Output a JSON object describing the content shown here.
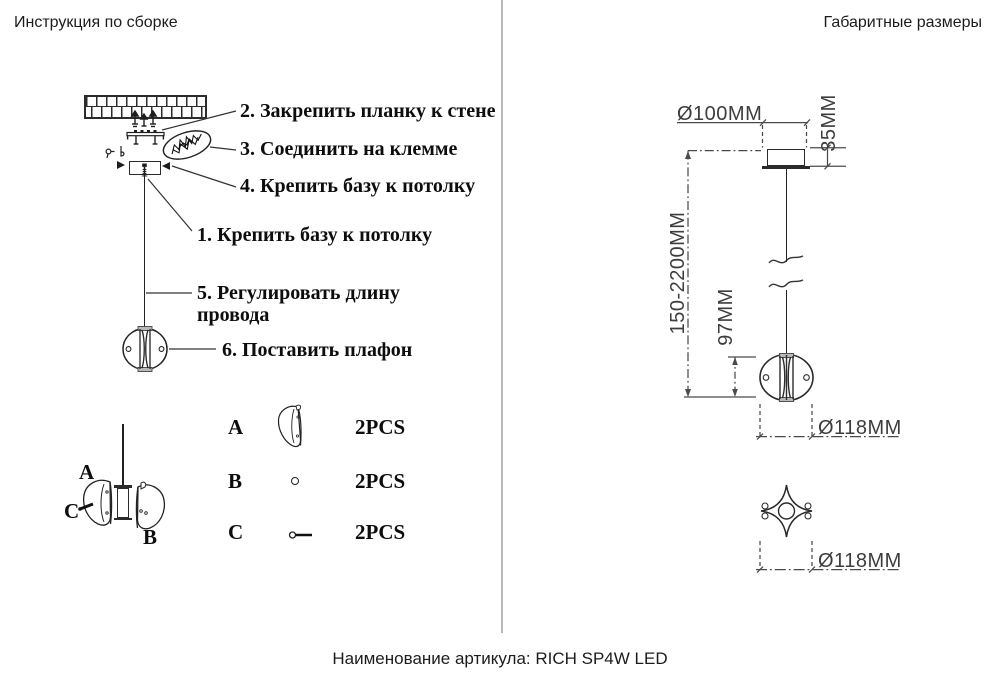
{
  "left": {
    "title": "Инструкция по сборке",
    "steps": {
      "s1": "1. Крепить базу к потолку",
      "s2": "2. Закрепить планку к стене",
      "s3": "3. Соединить на клемме",
      "s4": "4. Крепить базу к потолку",
      "s5_line1": "5. Регулировать длину",
      "s5_line2": "провода",
      "s6": "6. Поставить плафон"
    },
    "exploded": {
      "label_a": "A",
      "label_b": "B",
      "label_c": "C"
    },
    "parts": [
      {
        "label": "A",
        "qty": "2PCS"
      },
      {
        "label": "B",
        "qty": "2PCS"
      },
      {
        "label": "C",
        "qty": "2PCS"
      }
    ]
  },
  "right": {
    "title": "Габаритные размеры",
    "dims": {
      "canopy_diameter": "Ø100MM",
      "canopy_height": "35MM",
      "cord_length": "150-2200MM",
      "shade_height": "97MM",
      "shade_diameter": "Ø118MM",
      "base_diameter": "Ø118MM"
    }
  },
  "footer": "Наименование артикула: RICH SP4W LED"
}
